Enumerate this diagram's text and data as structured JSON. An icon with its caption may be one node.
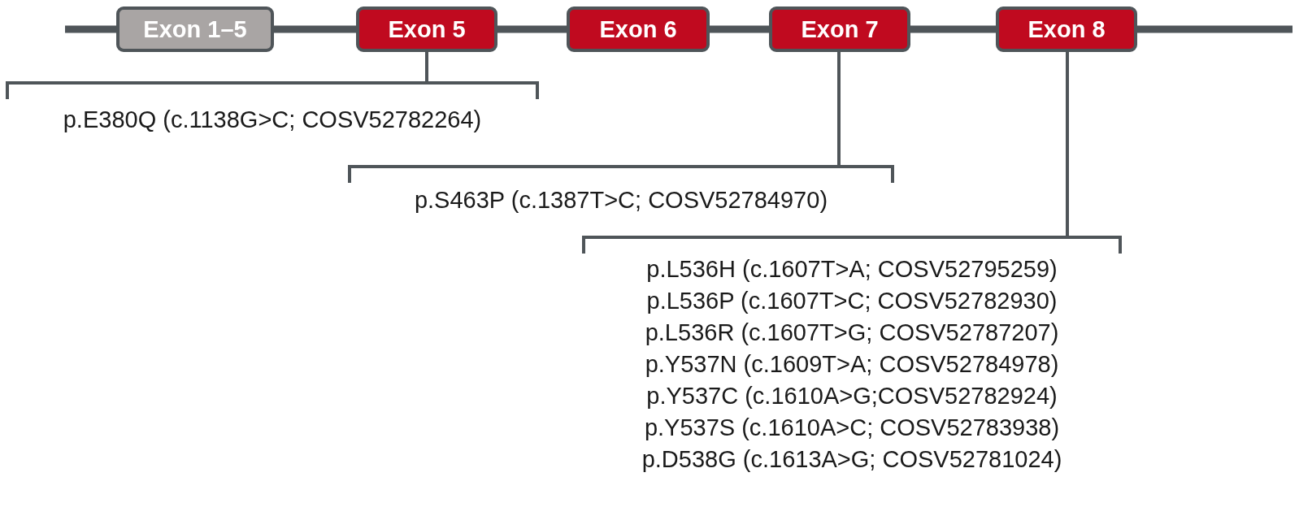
{
  "diagram": {
    "nodes": [
      {
        "text": [
          "Exon 1–5"
        ]
      },
      {
        "text": [
          "Exon 5"
        ]
      },
      {
        "text": [
          "Exon 6"
        ]
      },
      {
        "text": [
          "Exon 7"
        ]
      },
      {
        "text": [
          "Exon 8"
        ]
      },
      {
        "text": [
          "p.E380Q (c.1138G>C; COSV52782264)"
        ]
      },
      {
        "text": [
          "p.S463P (c.1387T>C; COSV52784970)"
        ]
      },
      {
        "text": [
          "p.L536H (c.1607T>A; COSV52795259)",
          "p.L536P (c.1607T>C; COSV52782930)",
          "p.L536R (c.1607T>G; COSV52787207)",
          "p.Y537N (c.1609T>A; COSV52784978)",
          "p.Y537C (c.1610A>G;COSV52782924)",
          "p.Y537S (c.1610A>C; COSV52783938)",
          "p.D538G (c.1613A>G; COSV52781024)"
        ]
      }
    ],
    "edges": [
      {
        "from": 1,
        "to": 5,
        "arrow": "none"
      },
      {
        "from": 3,
        "to": 6,
        "arrow": "none"
      },
      {
        "from": 4,
        "to": 7,
        "arrow": "none"
      },
      {
        "from": null,
        "to": 0,
        "arrow": "none"
      },
      {
        "from": 0,
        "to": 1,
        "arrow": "none"
      },
      {
        "from": 1,
        "to": 2,
        "arrow": "none"
      },
      {
        "from": 2,
        "to": 3,
        "arrow": "none"
      },
      {
        "from": 3,
        "to": 4,
        "arrow": "none"
      },
      {
        "from": 4,
        "to": null,
        "arrow": "none"
      }
    ]
  }
}
